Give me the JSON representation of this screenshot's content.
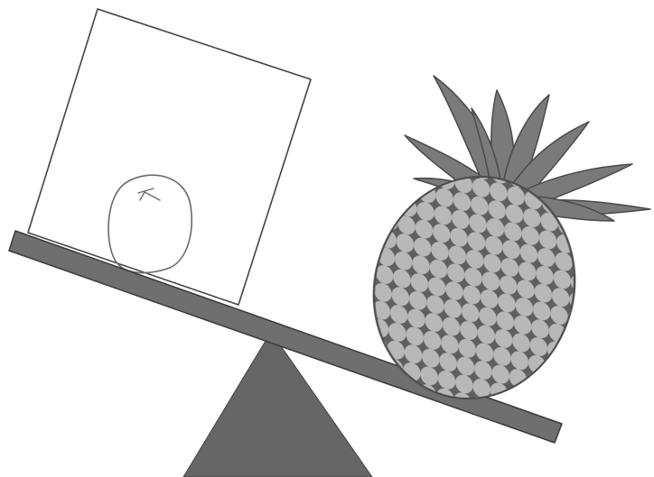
{
  "scene": {
    "description_free": true,
    "colors": {
      "background": "#ffffff",
      "beam": "#6f6f6f",
      "beam_edge": "#3a3a3a",
      "fulcrum": "#666666",
      "box_outline": "#444444",
      "box_fill": "#ffffff",
      "fruit_outline": "#6a6a6a",
      "pineapple_body": "#5f5f5f",
      "pineapple_scale": "#b8b8b8",
      "pineapple_leaf": "#7a7a7a",
      "pineapple_leaf_dark": "#4a4a4a"
    },
    "icons": {
      "beam": "seesaw-beam",
      "fulcrum": "triangle-fulcrum",
      "box": "box-container",
      "fruit": "small-fruit-sketch",
      "pineapple": "pineapple-icon"
    }
  }
}
